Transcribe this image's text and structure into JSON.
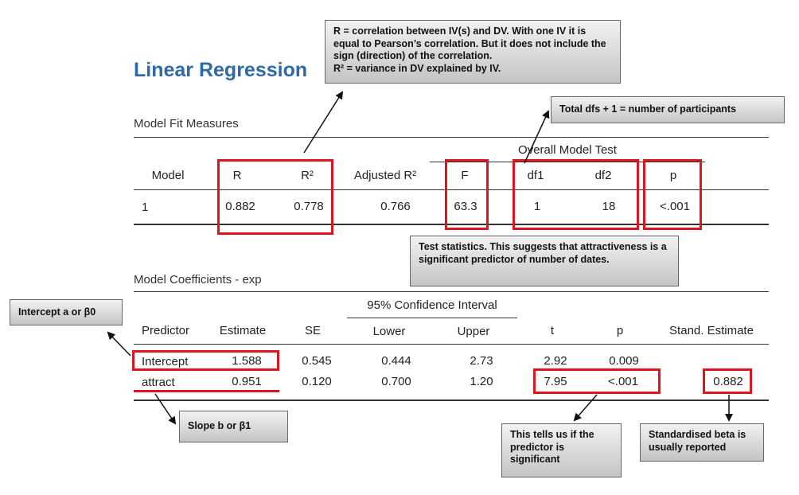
{
  "title": "Linear Regression",
  "model_fit": {
    "section_label": "Model Fit Measures",
    "group_header": "Overall Model Test",
    "headers": [
      "Model",
      "R",
      "R²",
      "Adjusted R²",
      "F",
      "df1",
      "df2",
      "p"
    ],
    "row": [
      "1",
      "0.882",
      "0.778",
      "0.766",
      "63.3",
      "1",
      "18",
      "<.001"
    ]
  },
  "coefficients": {
    "section_label": "Model Coefficients - exp",
    "ci_header": "95% Confidence Interval",
    "headers": [
      "Predictor",
      "Estimate",
      "SE",
      "Lower",
      "Upper",
      "t",
      "p",
      "Stand. Estimate"
    ],
    "rows": [
      [
        "Intercept",
        "1.588",
        "0.545",
        "0.444",
        "2.73",
        "2.92",
        "0.009",
        ""
      ],
      [
        "attract",
        "0.951",
        "0.120",
        "0.700",
        "1.20",
        "7.95",
        "<.001",
        "0.882"
      ]
    ]
  },
  "annotations": {
    "r_note": "R = correlation between IV(s) and DV. With one IV it is equal to Pearson’s correlation. But it does not include the sign (direction) of the correlation.\nR² = variance in DV explained by IV.",
    "df_note": "Total dfs + 1 = number of participants",
    "test_note": "Test statistics. This suggests that attractiveness is a significant predictor of number of dates.",
    "intercept_note": "Intercept a or β0",
    "slope_note": "Slope b or β1",
    "significance_note": "This tells us if the predictor is significant",
    "beta_note": "Standardised beta is usually reported"
  },
  "colors": {
    "title": "#2f6aa5",
    "highlight": "#e0141e"
  }
}
